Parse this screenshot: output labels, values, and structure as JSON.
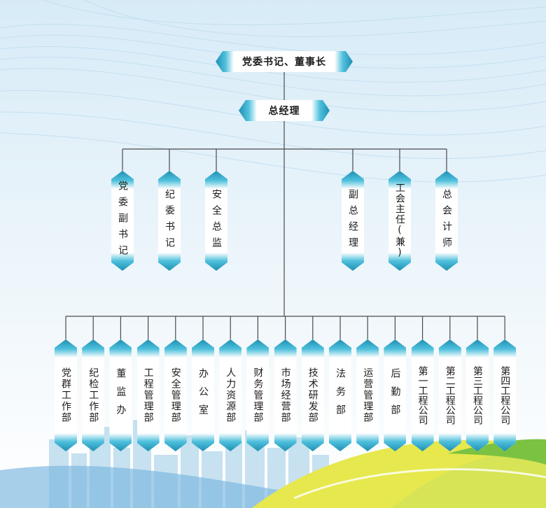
{
  "colors": {
    "box_accent": "#2aa5c8",
    "connector": "#4a4a4a",
    "sky": "#dceef8",
    "city": "#8fc4e3",
    "grass_green": "#7cc242",
    "grass_yellow": "#e4e64c"
  },
  "chart_data": {
    "type": "org-chart",
    "top": "党委书记、董事长",
    "second": "总经理",
    "mid_left": [
      "党委副书记",
      "纪委书记",
      "安全总监"
    ],
    "mid_right": [
      "副总经理",
      "工会主任(兼)",
      "总会计师"
    ],
    "departments": [
      "党群工作部",
      "纪检工作部",
      "董监办",
      "工程管理部",
      "安全管理部",
      "办公室",
      "人力资源部",
      "财务管理部",
      "市场经营部",
      "技术研发部",
      "法务部",
      "运营管理部",
      "后勤部",
      "第一工程公司",
      "第二工程公司",
      "第三工程公司",
      "第四工程公司"
    ]
  }
}
